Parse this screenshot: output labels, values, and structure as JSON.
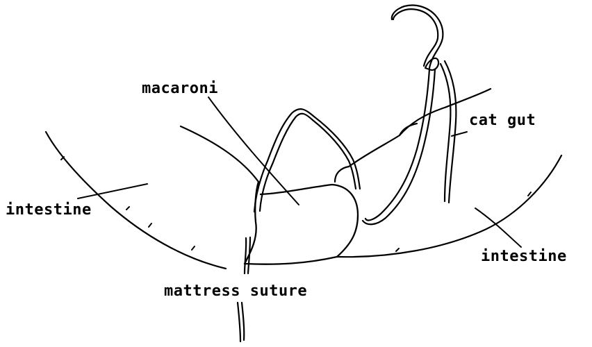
{
  "labels": {
    "macaroni": "macaroni",
    "cat_gut": "cat gut",
    "intestine_left": "intestine",
    "intestine_right": "intestine",
    "mattress_suture": "mattress suture"
  },
  "colors": {
    "ink": "#000000",
    "background": "#ffffff"
  }
}
